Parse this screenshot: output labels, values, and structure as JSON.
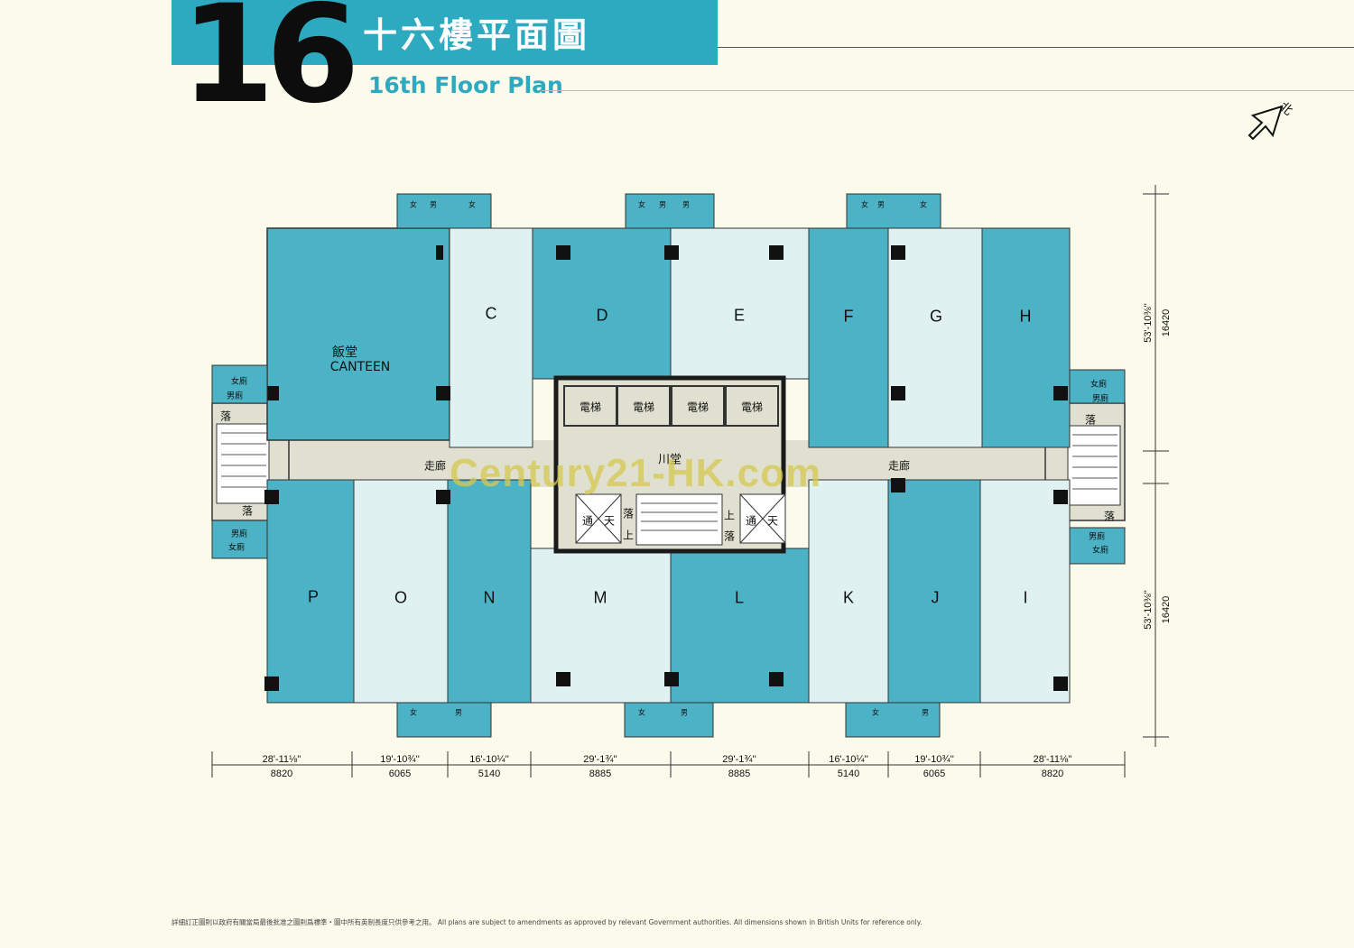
{
  "header": {
    "floor_number": "16",
    "title_cn": "十六樓平面圖",
    "title_en": "16th Floor Plan",
    "band_color": "#2da9c0"
  },
  "compass": {
    "north_label": "北",
    "icon": "north-arrow-icon"
  },
  "units": {
    "top": [
      "C",
      "D",
      "E",
      "F",
      "G",
      "H"
    ],
    "bottom": [
      "P",
      "O",
      "N",
      "M",
      "L",
      "K",
      "J",
      "I"
    ]
  },
  "rooms": {
    "canteen_cn": "飯堂",
    "canteen_en": "CANTEEN",
    "corridor": "走廊",
    "lobby": "川堂",
    "lift": "電梯",
    "stair_down": "落",
    "stair_up": "上",
    "light_well_a": "通",
    "light_well_b": "天",
    "toilet_female": "女廁",
    "toilet_male": "男廁",
    "toilet_male_v": "男",
    "toilet_female_v": "女",
    "toilet_ce": "廁"
  },
  "dimensions": {
    "horizontal": [
      {
        "imperial": "28'-11⅛''",
        "metric": "8820"
      },
      {
        "imperial": "19'-10¾''",
        "metric": "6065"
      },
      {
        "imperial": "16'-10¼''",
        "metric": "5140"
      },
      {
        "imperial": "29'-1¾''",
        "metric": "8885"
      },
      {
        "imperial": "29'-1¾''",
        "metric": "8885"
      },
      {
        "imperial": "16'-10¼''",
        "metric": "5140"
      },
      {
        "imperial": "19'-10¾''",
        "metric": "6065"
      },
      {
        "imperial": "28'-11⅛''",
        "metric": "8820"
      }
    ],
    "vertical": [
      {
        "imperial": "53'-10⅜''",
        "metric": "16420"
      },
      {
        "imperial": "53'-10⅜''",
        "metric": "16420"
      }
    ]
  },
  "watermark": "Century21-HK.com",
  "footer": "詳細訂正圖則以政府有關當局最後批准之圖則爲標準・圖中所有英制長度只供參考之用。   All plans are subject to amendments as approved by relevant Government authorities. All dimensions shown in British Units for reference only.",
  "colors": {
    "dark_unit": "#4cb2c5",
    "light_unit": "#dff2f1",
    "corridor": "#e0e0d0",
    "background": "#fbfbeb",
    "core": "#1a1a1a"
  }
}
